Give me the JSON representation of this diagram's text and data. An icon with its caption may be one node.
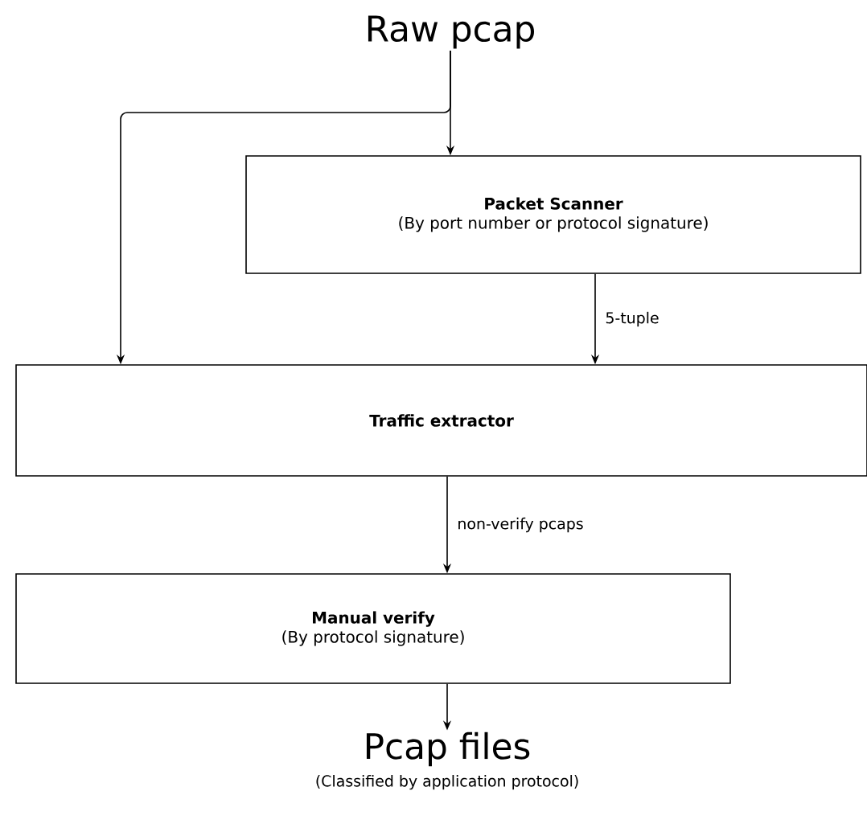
{
  "diagram": {
    "nodes": [
      {
        "text": [
          "Raw pcap"
        ]
      },
      {
        "text": [
          "Packet Scanner",
          "(By port number or protocol signature)"
        ]
      },
      {
        "text": [
          "Traffic extractor"
        ]
      },
      {
        "text": [
          "Manual verify",
          "(By protocol signature)"
        ]
      },
      {
        "text": [
          "Pcap files"
        ],
        "beside": [
          "(Classified by application protocol)"
        ]
      }
    ],
    "edges": [
      {
        "from": 0,
        "to": 1,
        "arrow": "to"
      },
      {
        "from": 0,
        "to": 2,
        "arrow": "to"
      },
      {
        "from": 1,
        "to": 2,
        "arrow": "to",
        "label": "5-tuple"
      },
      {
        "from": 2,
        "to": 3,
        "arrow": "to",
        "label": "non-verify pcaps"
      },
      {
        "from": 3,
        "to": 4,
        "arrow": "to"
      }
    ]
  }
}
